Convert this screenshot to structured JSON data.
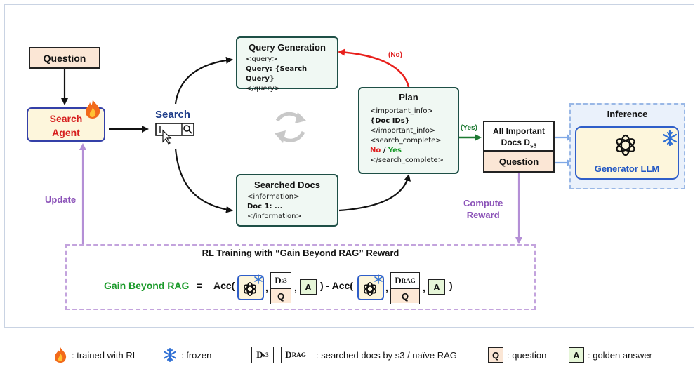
{
  "question_box": "Question",
  "search_agent": {
    "line1": "Search",
    "line2": "Agent"
  },
  "search_label": "Search",
  "query_generation": {
    "title": "Query Generation",
    "lines": [
      "<query>",
      "Query: {Search Query}",
      "</query>"
    ]
  },
  "searched_docs": {
    "title": "Searched Docs",
    "lines": [
      "<information>",
      "Doc 1: ...",
      "</information>"
    ]
  },
  "plan": {
    "title": "Plan",
    "lines": [
      "<important_info>",
      "{Doc IDs}",
      "</important_info>",
      "<search_complete>",
      "</search_complete>"
    ],
    "no": "No",
    "slash": " / ",
    "yes": "Yes"
  },
  "edge_no": "(No)",
  "edge_yes": "(Yes)",
  "all_docs": {
    "line1": "All Important",
    "line2": "Docs D",
    "sub": "s3"
  },
  "question_right": "Question",
  "inference": {
    "title": "Inference",
    "generator": "Generator  LLM"
  },
  "update_label": "Update",
  "compute_reward": {
    "line1": "Compute",
    "line2": "Reward"
  },
  "rl_training": {
    "title": "RL Training with “Gain Beyond RAG” Reward",
    "gain_label": "Gain Beyond RAG",
    "equals": "=",
    "acc_open": "Acc(",
    "comma": ",",
    "close_minus": ") - Acc(",
    "close": ")",
    "d_s3": "D",
    "d_s3_sub": "s3",
    "d_rag": "D",
    "d_rag_sub": "RAG",
    "q": "Q",
    "a": "A"
  },
  "legend": {
    "trained": ": trained with RL",
    "frozen": ": frozen",
    "ds3": "D",
    "ds3_sub": "s3",
    "drag": "D",
    "drag_sub": "RAG",
    "searched": ": searched docs by s3 / naïve RAG",
    "q": "Q",
    "question": ": question",
    "a": "A",
    "golden": ": golden answer"
  }
}
